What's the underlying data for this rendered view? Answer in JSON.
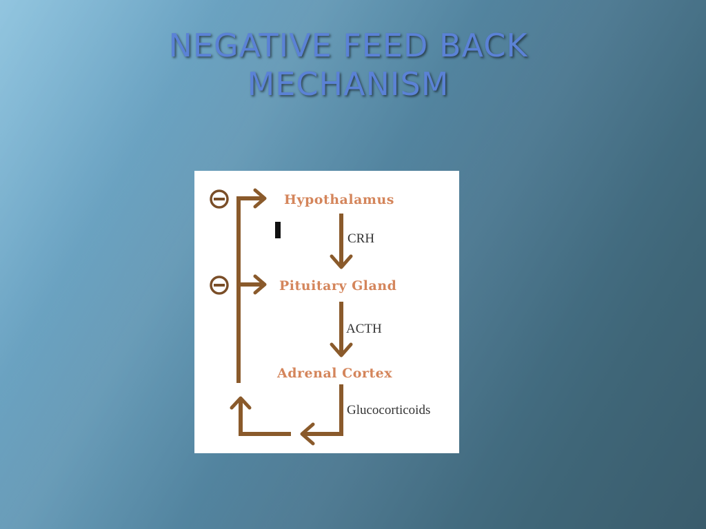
{
  "slide": {
    "title_line1": "NEGATIVE FEED BACK",
    "title_line2": "MECHANISM"
  },
  "diagram": {
    "nodes": {
      "hypothalamus": "Hypothalamus",
      "pituitary": "Pituitary Gland",
      "adrenal": "Adrenal Cortex"
    },
    "hormones": {
      "crh": "CRH",
      "acth": "ACTH",
      "glucocorticoids": "Glucocorticoids"
    },
    "inhibition_symbol": "minus-circle-icon",
    "colors": {
      "arrow": "#8a5a2b",
      "node_text": "#d4855b",
      "hormone_text": "#333333",
      "title": "#5b82d6"
    }
  }
}
